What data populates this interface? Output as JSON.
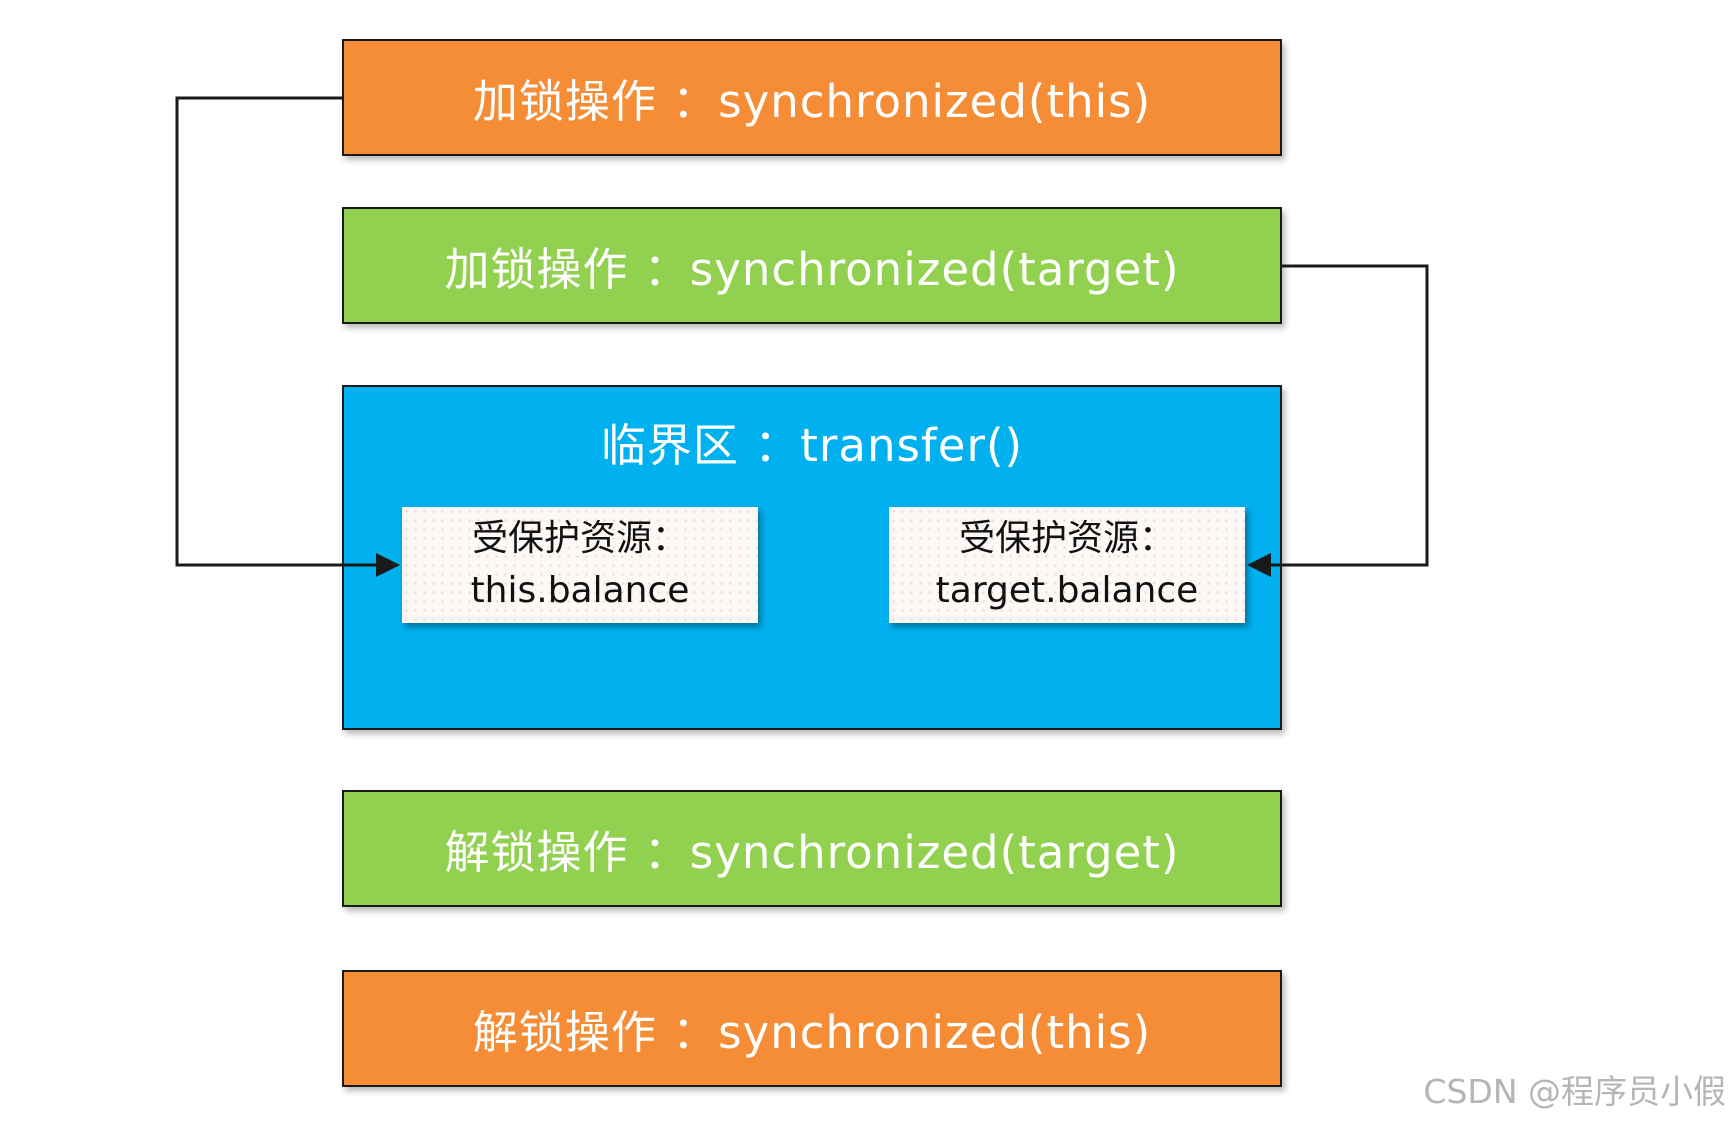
{
  "diagram": {
    "lock_this": "加锁操作 ：synchronized(this)",
    "lock_target": "加锁操作 ：synchronized(target)",
    "critical_section": "临界区 ：transfer()",
    "resource_this": {
      "label": "受保护资源：",
      "value": "this.balance"
    },
    "resource_target": {
      "label": "受保护资源：",
      "value": "target.balance"
    },
    "unlock_target": "解锁操作 ：synchronized(target)",
    "unlock_this": "解锁操作 ：synchronized(this)"
  },
  "watermark": "CSDN @程序员小假",
  "colors": {
    "orange": "#f58d36",
    "green": "#92d050",
    "blue": "#00b0ef",
    "line": "#1a1a1a"
  }
}
